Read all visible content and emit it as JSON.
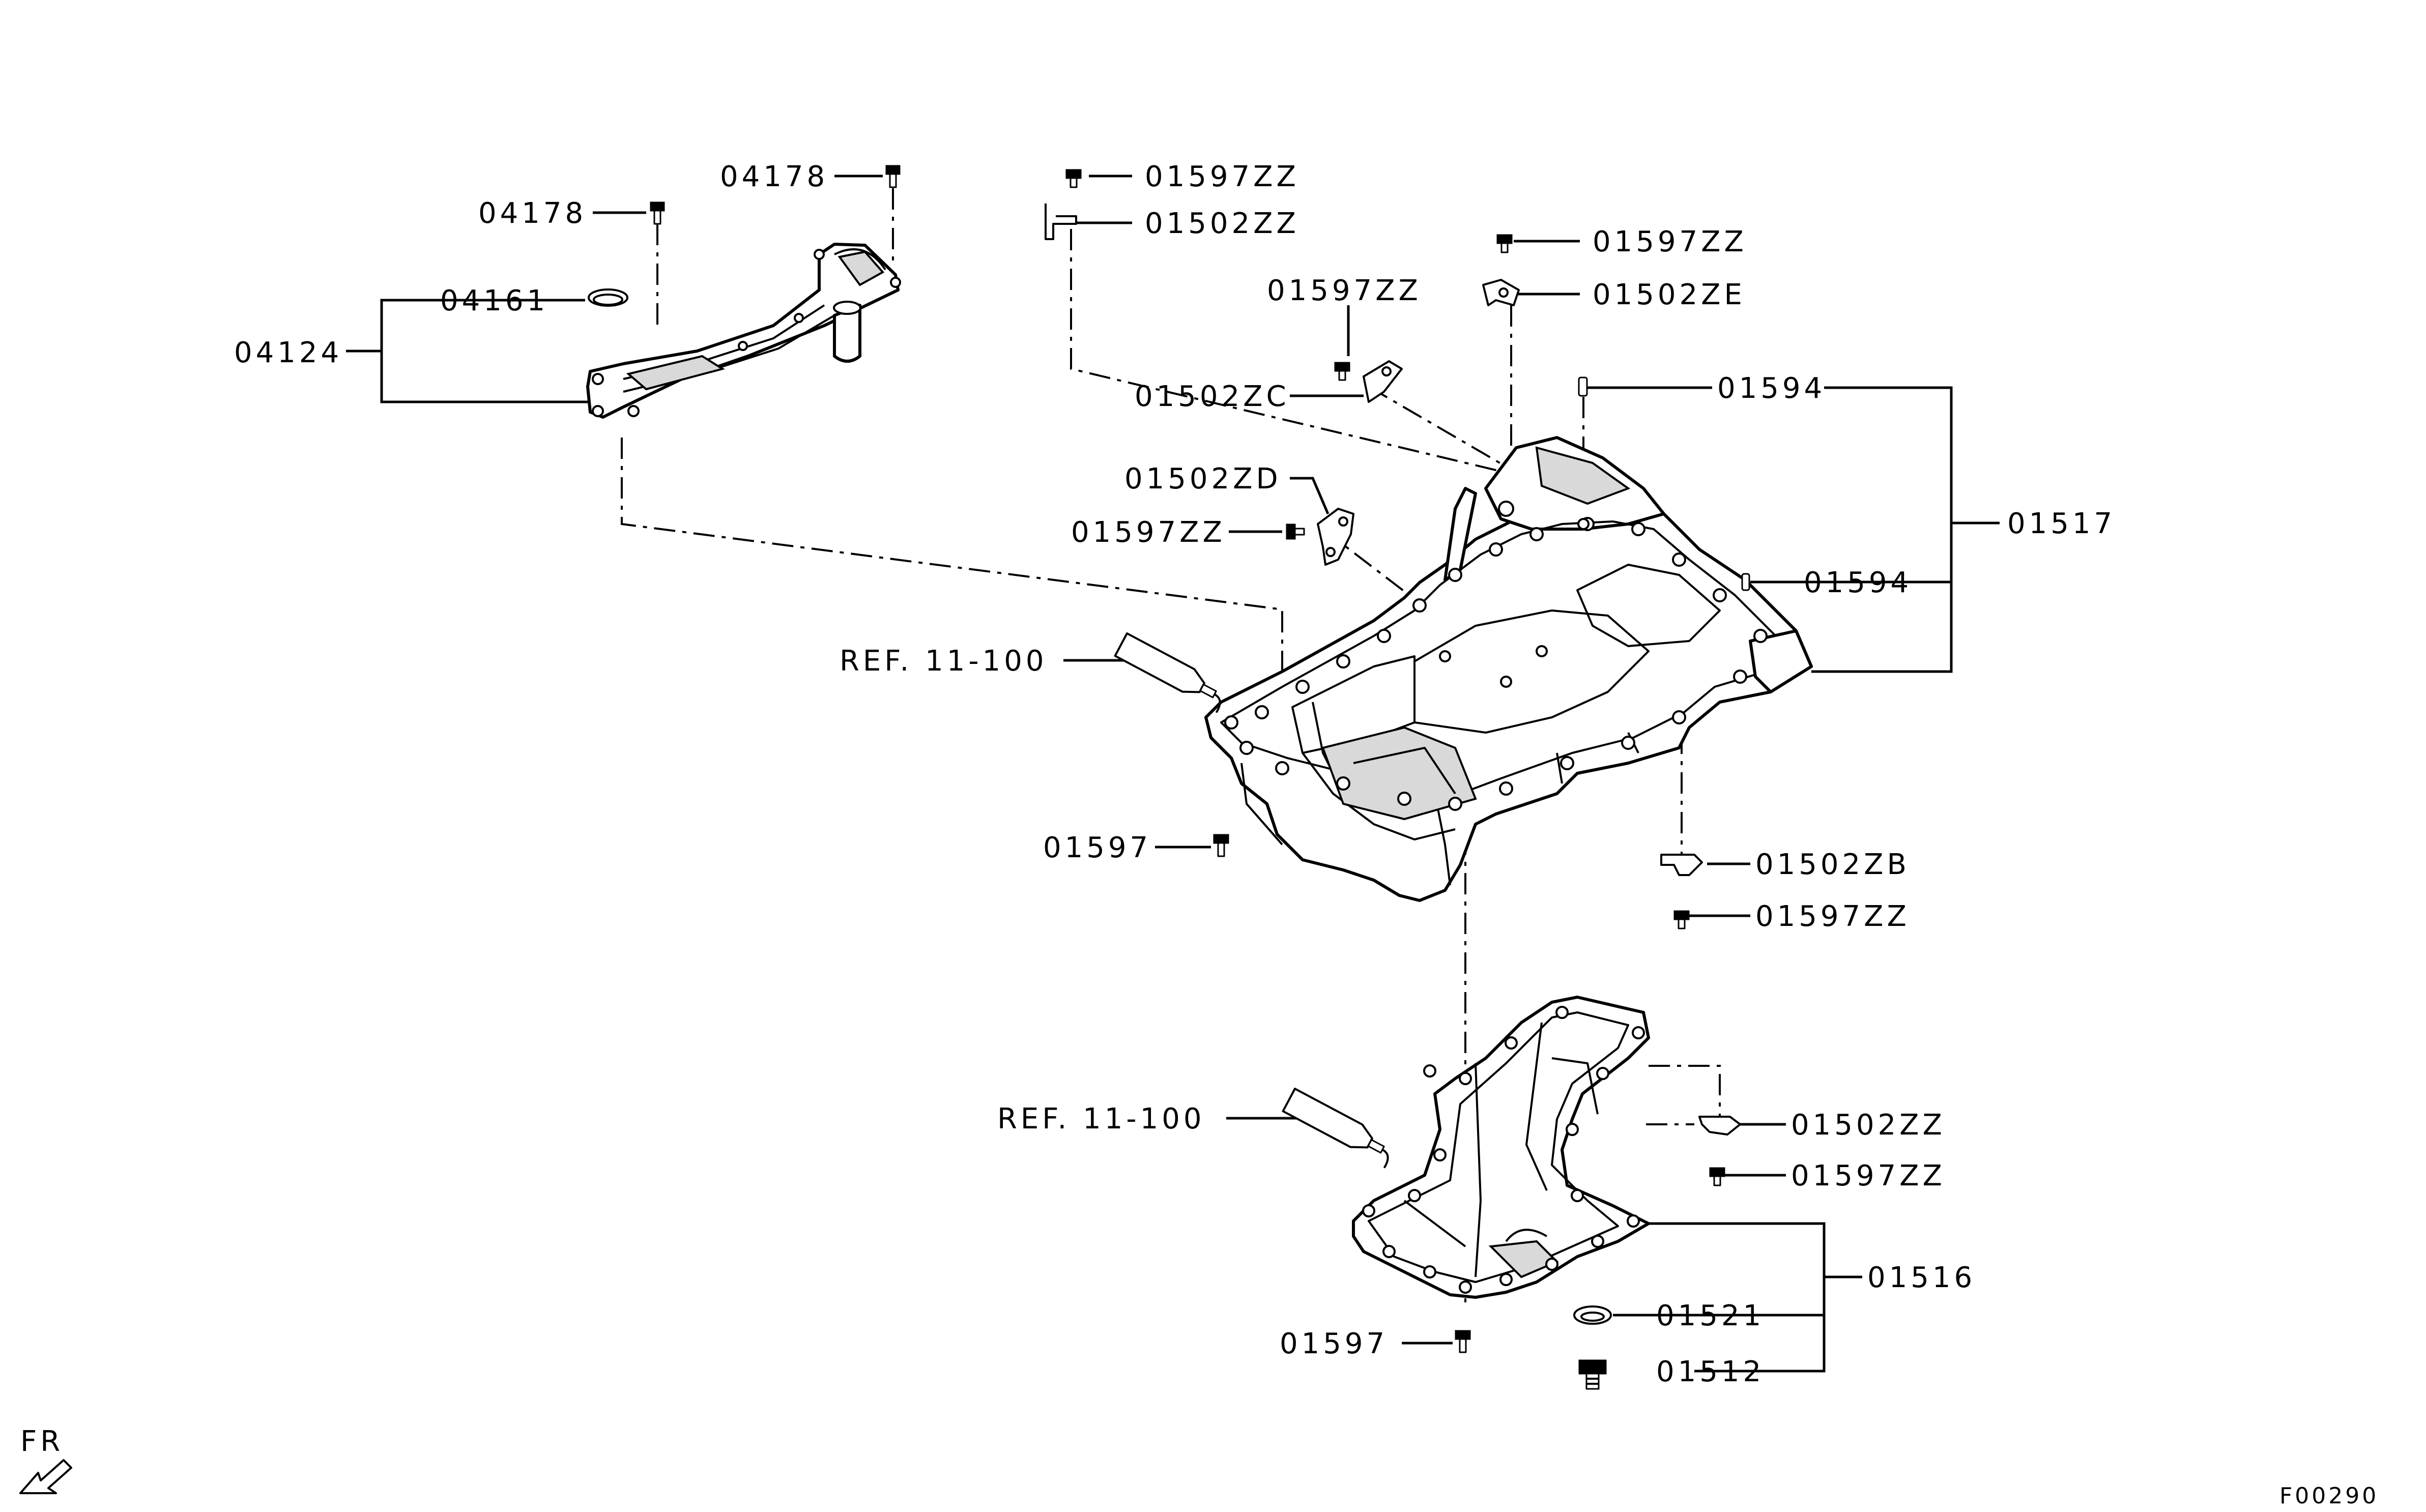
{
  "labels": {
    "l04178a": "04178",
    "l04178b": "04178",
    "l04161": "04161",
    "l04124": "04124",
    "l01597zz_a": "01597ZZ",
    "l01502zz_a": "01502ZZ",
    "l01597zz_b": "01597ZZ",
    "l01502ze": "01502ZE",
    "l01597zz_c": "01597ZZ",
    "l01502zc": "01502ZC",
    "l01594a": "01594",
    "l01517": "01517",
    "l01502zd": "01502ZD",
    "l01597zz_d": "01597ZZ",
    "l01594b": "01594",
    "ref_a": "REF. 11-100",
    "l01597a": "01597",
    "l01502zb": "01502ZB",
    "l01597zz_e": "01597ZZ",
    "ref_b": "REF. 11-100",
    "l01502zz_b": "01502ZZ",
    "l01597zz_f": "01597ZZ",
    "l01516": "01516",
    "l01521": "01521",
    "l01597b": "01597",
    "l01512": "01512",
    "fr": "FR",
    "figure_id": "F00290"
  }
}
